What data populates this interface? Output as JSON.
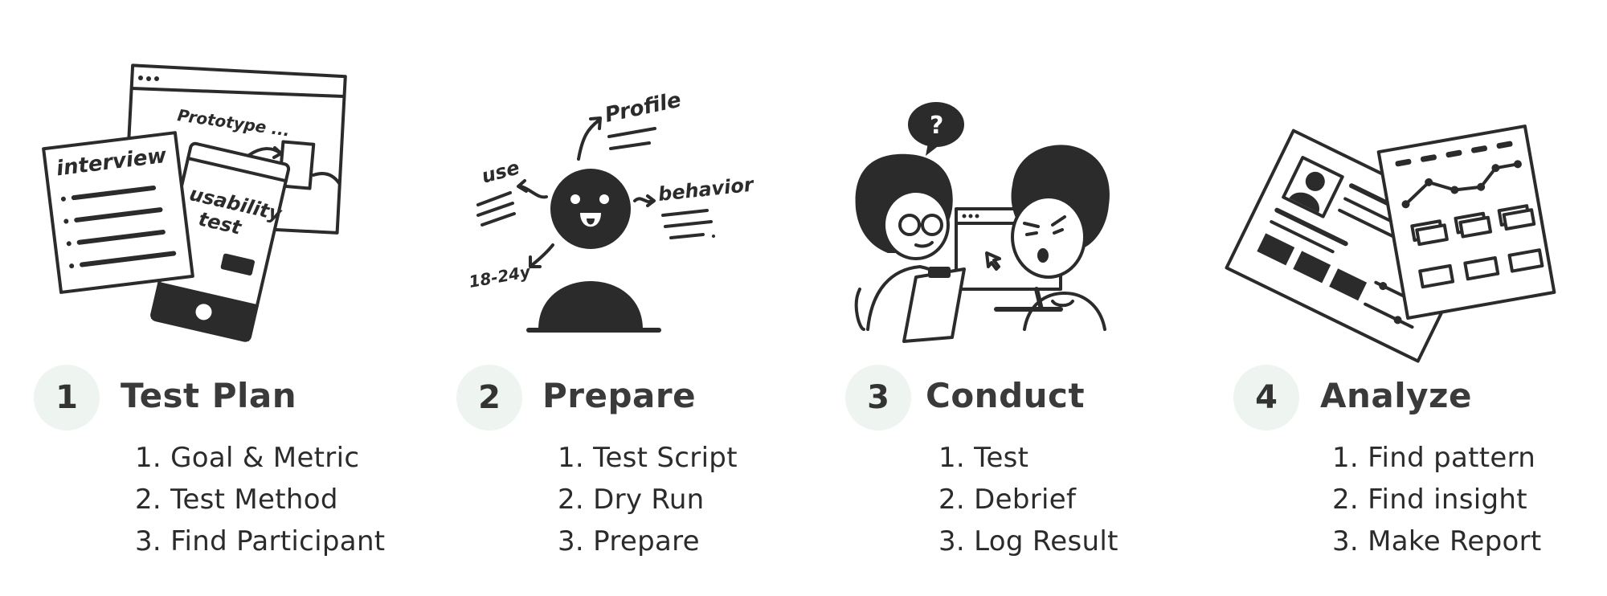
{
  "theme": {
    "badge_bg": "#eef4f0",
    "ink": "#2b2b2b",
    "title_color": "#3a3a3a"
  },
  "steps": [
    {
      "number": "1",
      "title": "Test Plan",
      "items": [
        "1. Goal & Metric",
        "2. Test Method",
        "3. Find Participant"
      ],
      "illustration": {
        "icon": "documents-phone-icon",
        "labels": [
          "Prototype ...",
          "interview",
          "usability",
          "test"
        ]
      }
    },
    {
      "number": "2",
      "title": "Prepare",
      "items": [
        "1. Test Script",
        "2. Dry Run",
        "3. Prepare"
      ],
      "illustration": {
        "icon": "persona-profile-icon",
        "labels": [
          "Profile",
          "use",
          "behavior",
          "18-24y"
        ]
      }
    },
    {
      "number": "3",
      "title": "Conduct",
      "items": [
        "1. Test",
        "2. Debrief",
        "3. Log Result"
      ],
      "illustration": {
        "icon": "usability-session-icon",
        "labels": [
          "?"
        ]
      }
    },
    {
      "number": "4",
      "title": "Analyze",
      "items": [
        "1. Find pattern",
        "2. Find insight",
        "3. Make Report"
      ],
      "illustration": {
        "icon": "report-charts-icon",
        "labels": []
      }
    }
  ]
}
